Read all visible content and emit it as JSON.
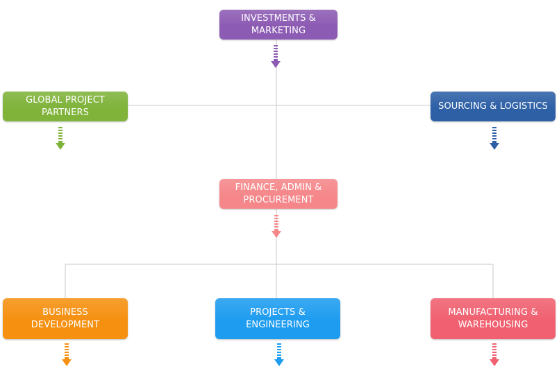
{
  "nodes": {
    "investments": {
      "line1": "INVESTMENTS &",
      "line2": "MARKETING",
      "color": "#8c5bb3"
    },
    "global": {
      "line1": "GLOBAL PROJECT",
      "line2": "PARTNERS",
      "color": "#7fb33a"
    },
    "sourcing": {
      "line1": "SOURCING & LOGISTICS",
      "line2": "",
      "color": "#2e60a6"
    },
    "finance": {
      "line1": "FINANCE, ADMIN &",
      "line2": "PROCUREMENT",
      "color": "#f5878a"
    },
    "business": {
      "line1": "BUSINESS",
      "line2": "DEVELOPMENT",
      "color": "#f59010"
    },
    "projects": {
      "line1": "PROJECTS &",
      "line2": "ENGINEERING",
      "color": "#1e9cf0"
    },
    "manufacturing": {
      "line1": "MANUFACTURING &",
      "line2": "WAREHOUSING",
      "color": "#f06070"
    }
  },
  "connector_color": "#c8c8c8"
}
